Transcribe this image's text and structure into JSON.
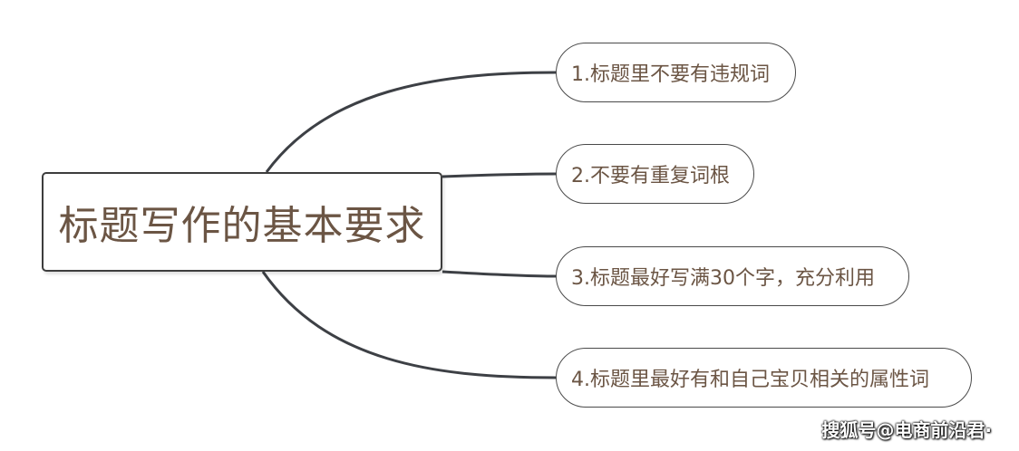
{
  "root": {
    "title": "标题写作的基本要求"
  },
  "branches": [
    {
      "label": "1.标题里不要有违规词"
    },
    {
      "label": "2.不要有重复词根"
    },
    {
      "label": "3.标题最好写满30个字，充分利用"
    },
    {
      "label": "4.标题里最好有和自己宝贝相关的属性词"
    }
  ],
  "watermark": {
    "text": "搜狐号@电商前沿君·"
  },
  "colors": {
    "text": "#6b5544",
    "line": "#3d4045",
    "border": "#4a4a4a"
  }
}
